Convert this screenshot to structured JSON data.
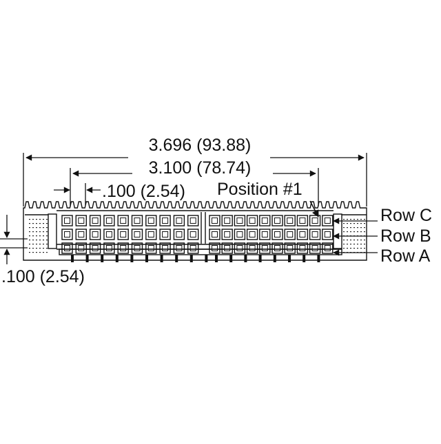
{
  "diagram": {
    "dim_overall": "3.696 (93.88)",
    "dim_span": "3.100 (78.74)",
    "dim_pitch_horizontal": ".100 (2.54)",
    "dim_pitch_vertical": ".100 (2.54)",
    "label_position": "Position #1",
    "rows": [
      {
        "label": "Row C"
      },
      {
        "label": "Row B"
      },
      {
        "label": "Row A"
      }
    ],
    "contacts_per_row": 20,
    "line_color": "#111111",
    "background": "#ffffff"
  }
}
